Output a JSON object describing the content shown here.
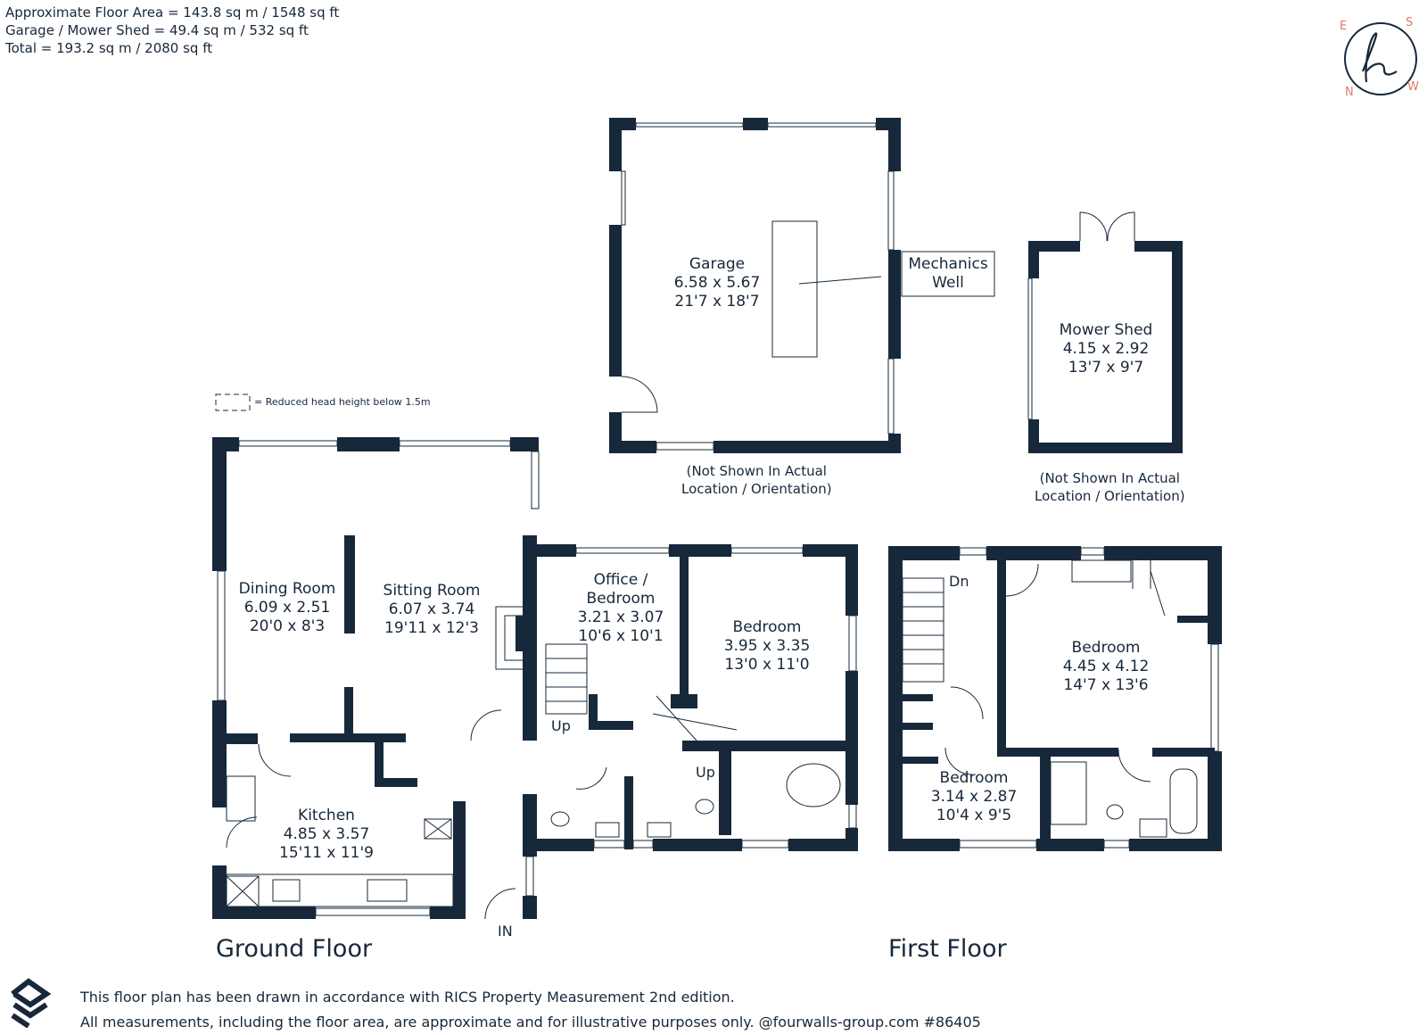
{
  "areas": {
    "line1": "Approximate Floor Area = 143.8 sq m / 1548 sq ft",
    "line2": "Garage / Mower Shed = 49.4 sq m / 532 sq ft",
    "line3": "Total = 193.2 sq m / 2080 sq ft"
  },
  "compass": {
    "e": "E",
    "s": "S",
    "n": "N",
    "w": "W"
  },
  "legend": {
    "reduced_head": "= Reduced head height below 1.5m"
  },
  "garage": {
    "name": "Garage",
    "metric": "6.58 x 5.67",
    "imperial": "21'7 x 18'7"
  },
  "mechanics_well": {
    "line1": "Mechanics",
    "line2": "Well"
  },
  "mower_shed": {
    "name": "Mower Shed",
    "metric": "4.15 x 2.92",
    "imperial": "13'7 x 9'7"
  },
  "not_shown_1": {
    "line1": "(Not Shown In Actual",
    "line2": "Location / Orientation)"
  },
  "not_shown_2": {
    "line1": "(Not Shown In Actual",
    "line2": "Location / Orientation)"
  },
  "ground": {
    "title": "Ground Floor",
    "dining": {
      "name": "Dining Room",
      "metric": "6.09 x 2.51",
      "imperial": "20'0 x 8'3"
    },
    "sitting": {
      "name": "Sitting Room",
      "metric": "6.07 x 3.74",
      "imperial": "19'11 x 12'3"
    },
    "office": {
      "name1": "Office /",
      "name2": "Bedroom",
      "metric": "3.21 x 3.07",
      "imperial": "10'6 x 10'1"
    },
    "bedroom": {
      "name": "Bedroom",
      "metric": "3.95 x 3.35",
      "imperial": "13'0 x 11'0"
    },
    "kitchen": {
      "name": "Kitchen",
      "metric": "4.85 x 3.57",
      "imperial": "15'11 x 11'9"
    },
    "up1": "Up",
    "up2": "Up",
    "in": "IN"
  },
  "first": {
    "title": "First Floor",
    "dn": "Dn",
    "bedroom_main": {
      "name": "Bedroom",
      "metric": "4.45 x 4.12",
      "imperial": "14'7 x 13'6"
    },
    "bedroom_small": {
      "name": "Bedroom",
      "metric": "3.14 x 2.87",
      "imperial": "10'4 x 9'5"
    }
  },
  "footer": {
    "line1": "This floor plan has been drawn in accordance with RICS Property Measurement 2nd edition.",
    "line2": "All measurements, including the floor area, are approximate and for illustrative purposes only. @fourwalls-group.com #86405"
  },
  "colors": {
    "wall": "#17283a",
    "accent": "#e07a6a"
  }
}
